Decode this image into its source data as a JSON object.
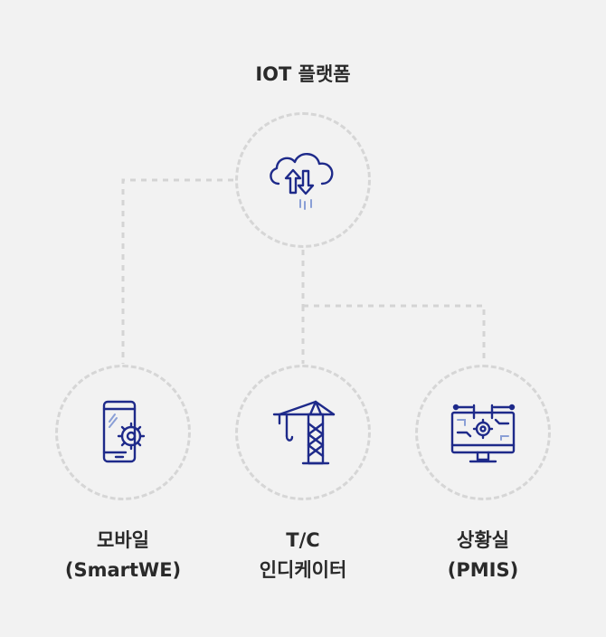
{
  "title": "IOT 플랫폼",
  "nodes": {
    "mobile": {
      "line1": "모바일",
      "line2": "(SmartWE)",
      "icon": "smartphone-gear-icon"
    },
    "tc": {
      "line1": "T/C",
      "line2": "인디케이터",
      "icon": "tower-crane-icon"
    },
    "situation": {
      "line1": "상황실",
      "line2": "(PMIS)",
      "icon": "monitor-circuit-gear-icon"
    }
  },
  "hub_icon": "cloud-sync-icon",
  "colors": {
    "icon": "#1e2a8a",
    "icon_accent": "#8a9fd6",
    "dashes": "#d6d6d6",
    "background": "#f2f2f2"
  }
}
